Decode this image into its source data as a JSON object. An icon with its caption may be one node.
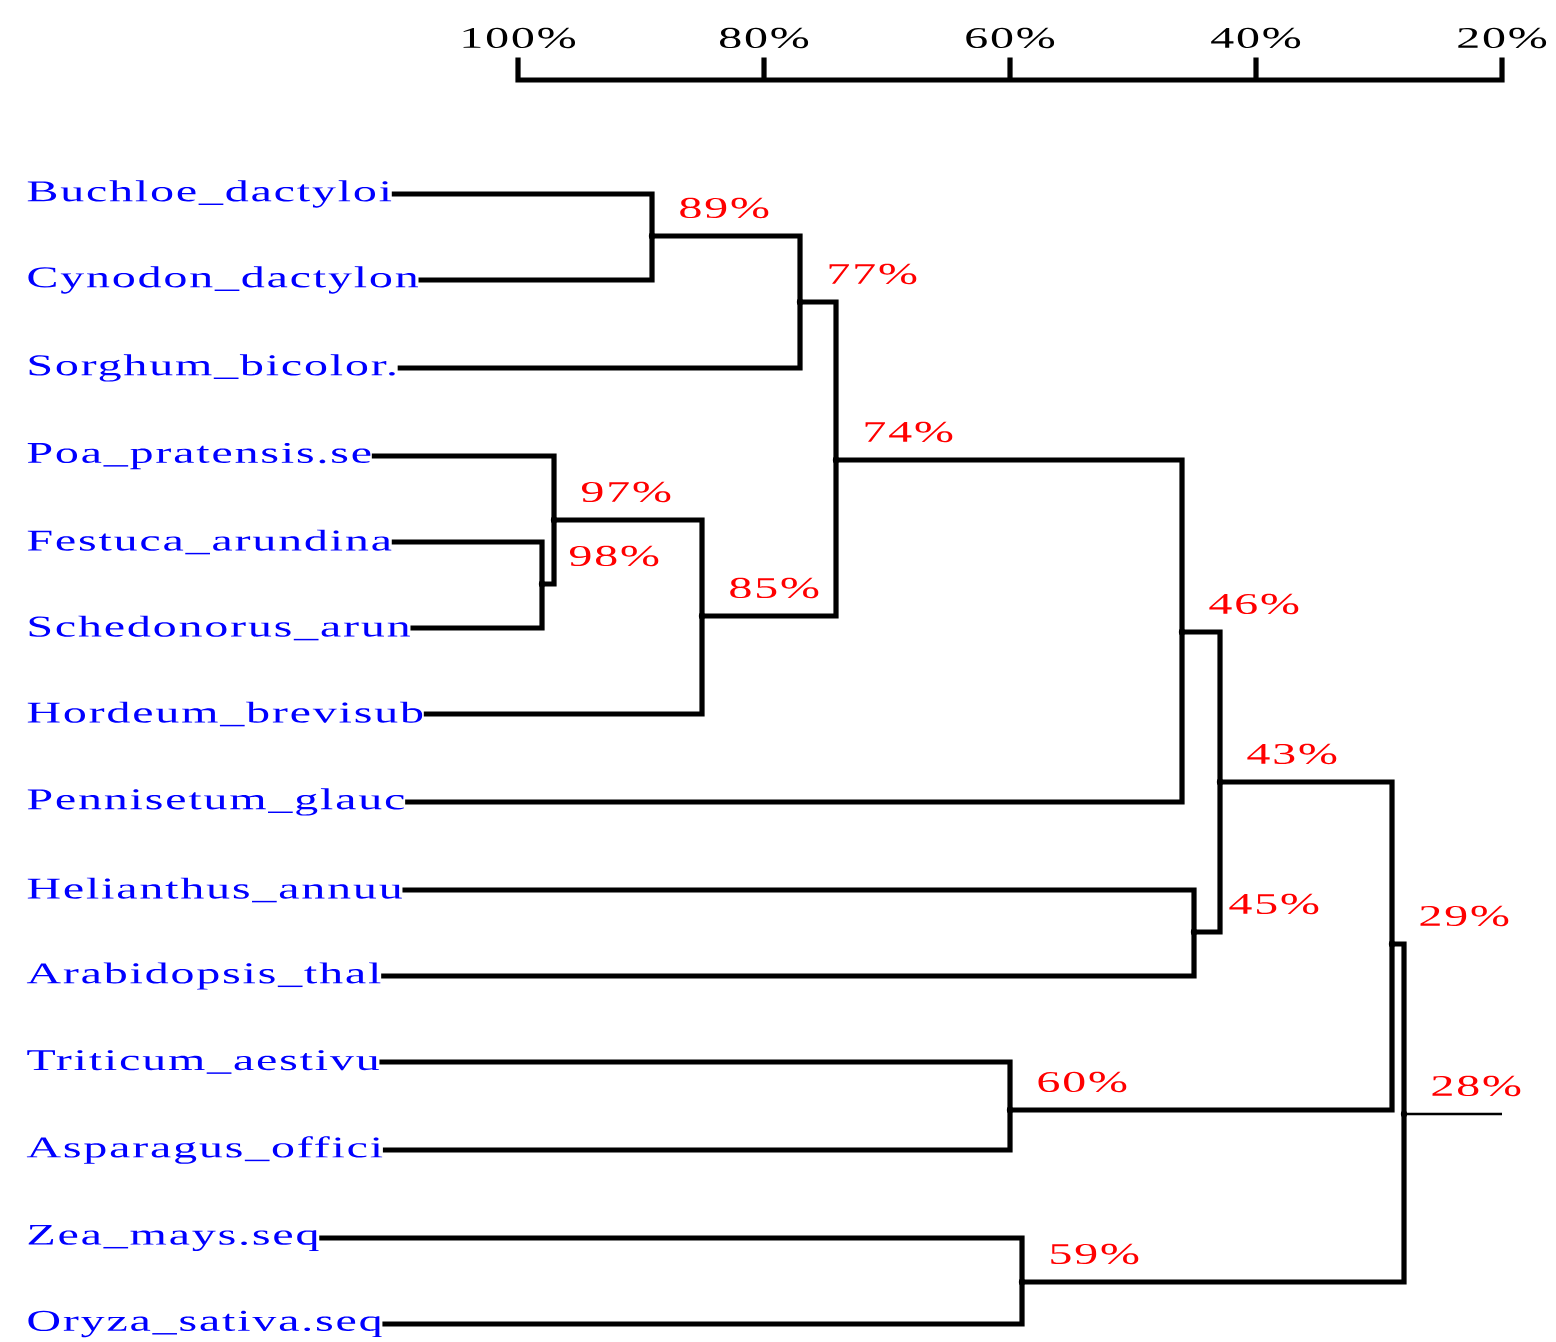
{
  "diagram": {
    "nodes": [
      {
        "text": [
          "Buchloe_dactyloi"
        ]
      },
      {
        "text": [
          "Cynodon_dactylon"
        ]
      },
      {
        "text": [
          "Sorghum_bicolor."
        ]
      },
      {
        "text": [
          "Poa_pratensis.se"
        ]
      },
      {
        "text": [
          "Festuca_arundina"
        ]
      },
      {
        "text": [
          "Schedonorus_arun"
        ]
      },
      {
        "text": [
          "Hordeum_brevisub"
        ]
      },
      {
        "text": [
          "Pennisetum_glauc"
        ]
      },
      {
        "text": [
          "Helianthus_annuu"
        ]
      },
      {
        "text": [
          "Arabidopsis_thal"
        ]
      },
      {
        "text": [
          "Triticum_aestivu"
        ]
      },
      {
        "text": [
          "Asparagus_offici"
        ]
      },
      {
        "text": [
          "Zea_mays.seq"
        ]
      },
      {
        "text": [
          "Oryza_sativa.seq"
        ]
      },
      {
        "text": [],
        "shape": "point",
        "beside": [
          "89%"
        ]
      },
      {
        "text": [],
        "shape": "point",
        "beside": [
          "77%"
        ]
      },
      {
        "text": [],
        "shape": "point",
        "beside": [
          "74%"
        ]
      },
      {
        "text": [],
        "shape": "point",
        "beside": [
          "97%"
        ]
      },
      {
        "text": [],
        "shape": "point",
        "beside": [
          "98%"
        ]
      },
      {
        "text": [],
        "shape": "point",
        "beside": [
          "85%"
        ]
      },
      {
        "text": [],
        "shape": "point",
        "beside": [
          "46%"
        ]
      },
      {
        "text": [],
        "shape": "point",
        "beside": [
          "43%"
        ]
      },
      {
        "text": [],
        "shape": "point",
        "beside": [
          "45%"
        ]
      },
      {
        "text": [],
        "shape": "point",
        "beside": [
          "29%"
        ]
      },
      {
        "text": [],
        "shape": "point",
        "beside": [
          "60%"
        ]
      },
      {
        "text": [],
        "shape": "point",
        "beside": [
          "28%"
        ]
      },
      {
        "text": [],
        "shape": "point",
        "beside": [
          "59%"
        ]
      }
    ],
    "edges": [
      {
        "from": 14,
        "to": 0,
        "arrow": "none"
      },
      {
        "from": 14,
        "to": 1,
        "arrow": "none"
      },
      {
        "from": 15,
        "to": 14,
        "arrow": "none"
      },
      {
        "from": 15,
        "to": 2,
        "arrow": "none"
      },
      {
        "from": 18,
        "to": 4,
        "arrow": "none"
      },
      {
        "from": 18,
        "to": 5,
        "arrow": "none"
      },
      {
        "from": 17,
        "to": 3,
        "arrow": "none"
      },
      {
        "from": 17,
        "to": 18,
        "arrow": "none"
      },
      {
        "from": 19,
        "to": 17,
        "arrow": "none"
      },
      {
        "from": 19,
        "to": 6,
        "arrow": "none"
      },
      {
        "from": 16,
        "to": 15,
        "arrow": "none"
      },
      {
        "from": 16,
        "to": 19,
        "arrow": "none"
      },
      {
        "from": 20,
        "to": 16,
        "arrow": "none"
      },
      {
        "from": 20,
        "to": 7,
        "arrow": "none"
      },
      {
        "from": 22,
        "to": 8,
        "arrow": "none"
      },
      {
        "from": 22,
        "to": 9,
        "arrow": "none"
      },
      {
        "from": 21,
        "to": 20,
        "arrow": "none"
      },
      {
        "from": 21,
        "to": 22,
        "arrow": "none"
      },
      {
        "from": 24,
        "to": 10,
        "arrow": "none"
      },
      {
        "from": 24,
        "to": 11,
        "arrow": "none"
      },
      {
        "from": 23,
        "to": 21,
        "arrow": "none"
      },
      {
        "from": 23,
        "to": 24,
        "arrow": "none"
      },
      {
        "from": 26,
        "to": 12,
        "arrow": "none"
      },
      {
        "from": 26,
        "to": 13,
        "arrow": "none"
      },
      {
        "from": 25,
        "to": 23,
        "arrow": "none"
      },
      {
        "from": 25,
        "to": 26,
        "arrow": "none"
      }
    ],
    "labels": [
      "100%",
      "80%",
      "60%",
      "40%",
      "20%"
    ]
  }
}
